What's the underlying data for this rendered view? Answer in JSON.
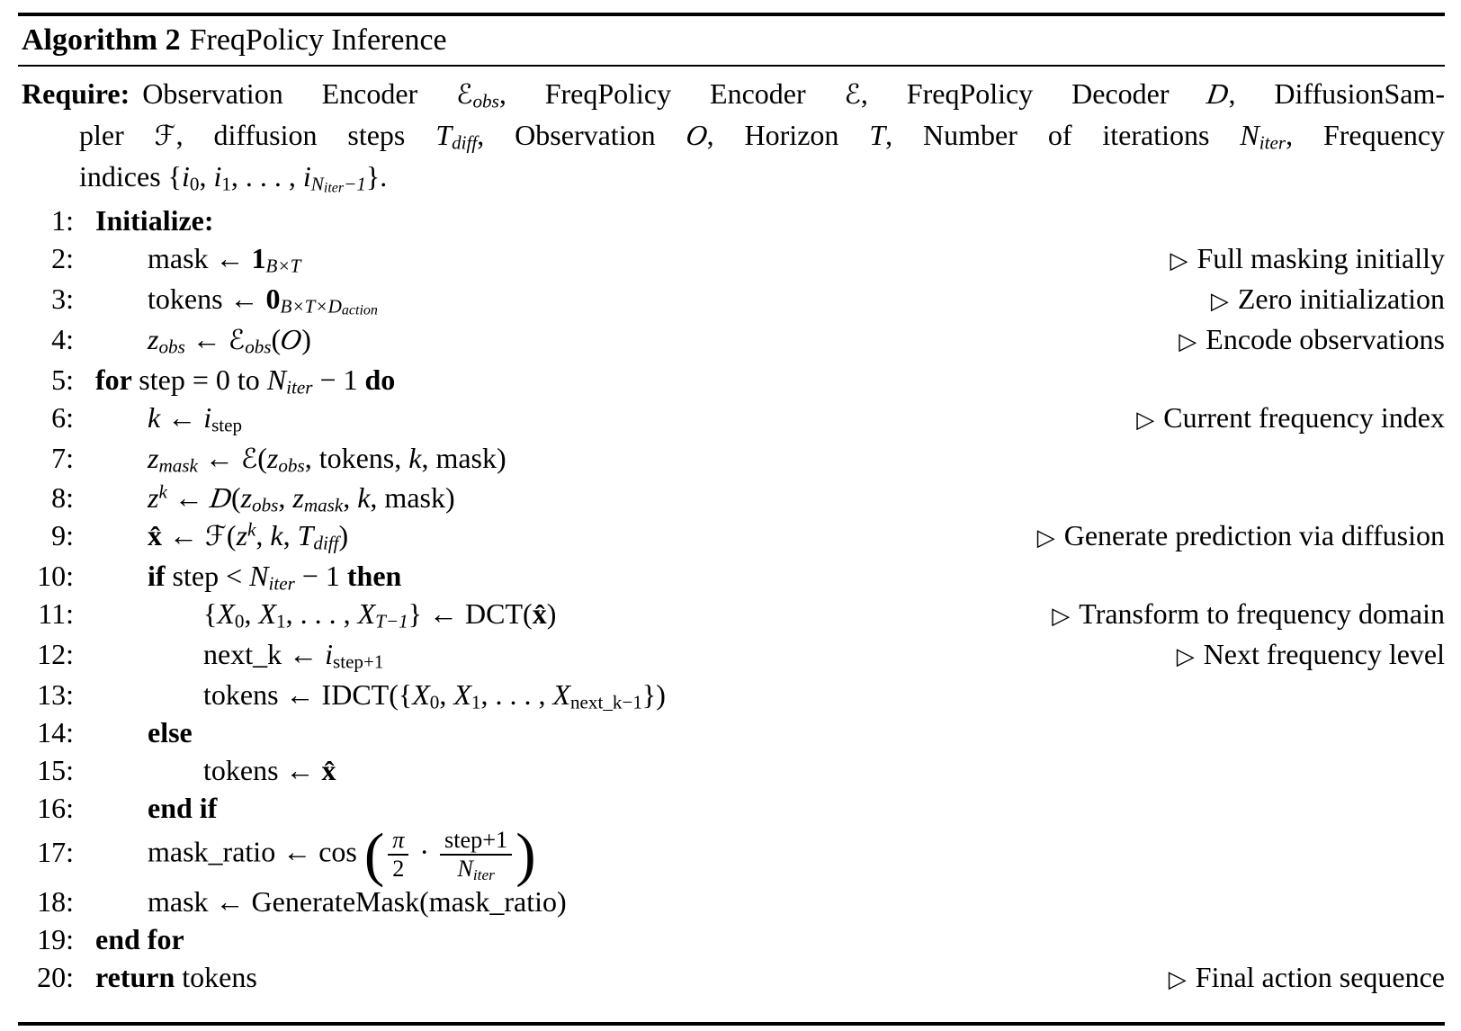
{
  "title": {
    "label": "Algorithm 2",
    "name": "FreqPolicy Inference"
  },
  "comment_marker": "▷",
  "colors": {
    "background": "#ffffff",
    "text": "#000000",
    "rule": "#000000"
  },
  "require": {
    "lines": [
      {
        "justify": true,
        "first": true,
        "segs": [
          [
            "b",
            "Require:"
          ],
          [
            "r",
            "Observation Encoder "
          ],
          [
            "c",
            "ℰ"
          ],
          [
            "si",
            "obs"
          ],
          [
            "r",
            ", FreqPolicy Encoder "
          ],
          [
            "c",
            "ℰ"
          ],
          [
            "r",
            ", FreqPolicy Decoder "
          ],
          [
            "cf",
            "D"
          ],
          [
            "r",
            ", DiffusionSam-"
          ]
        ]
      },
      {
        "justify": true,
        "first": false,
        "segs": [
          [
            "r",
            "pler "
          ],
          [
            "c",
            "ℱ"
          ],
          [
            "r",
            ", diffusion steps "
          ],
          [
            "i",
            "T"
          ],
          [
            "si",
            "diff"
          ],
          [
            "r",
            ", Observation "
          ],
          [
            "cf",
            "O"
          ],
          [
            "r",
            ", Horizon "
          ],
          [
            "i",
            "T"
          ],
          [
            "r",
            ", Number of iterations "
          ],
          [
            "i",
            "N"
          ],
          [
            "si",
            "iter"
          ],
          [
            "r",
            ", Frequency"
          ]
        ]
      },
      {
        "justify": false,
        "first": false,
        "segs": [
          [
            "r",
            "indices {"
          ],
          [
            "i",
            "i"
          ],
          [
            "sb",
            "0"
          ],
          [
            "r",
            ", "
          ],
          [
            "i",
            "i"
          ],
          [
            "sb",
            "1"
          ],
          [
            "r",
            ", . . . , "
          ],
          [
            "i",
            "i"
          ],
          [
            "si",
            "N"
          ],
          [
            "ss",
            "iter"
          ],
          [
            "si",
            "−1"
          ],
          [
            "r",
            "}."
          ]
        ]
      }
    ]
  },
  "lines": [
    {
      "num": "1:",
      "indent": 0,
      "code": [
        [
          "b",
          "Initialize:"
        ]
      ],
      "comment": null
    },
    {
      "num": "2:",
      "indent": 1,
      "code": [
        [
          "r",
          "mask ← "
        ],
        [
          "bm",
          "1"
        ],
        [
          "si",
          "B×T"
        ]
      ],
      "comment": "Full masking initially"
    },
    {
      "num": "3:",
      "indent": 1,
      "code": [
        [
          "r",
          "tokens ← "
        ],
        [
          "bm",
          "0"
        ],
        [
          "si",
          "B×T×D"
        ],
        [
          "ss",
          "action"
        ]
      ],
      "comment": "Zero initialization"
    },
    {
      "num": "4:",
      "indent": 1,
      "code": [
        [
          "i",
          "z"
        ],
        [
          "si",
          "obs"
        ],
        [
          "r",
          " ← "
        ],
        [
          "c",
          "ℰ"
        ],
        [
          "si",
          "obs"
        ],
        [
          "r",
          "("
        ],
        [
          "cf",
          "O"
        ],
        [
          "r",
          ")"
        ]
      ],
      "comment": "Encode observations"
    },
    {
      "num": "5:",
      "indent": 0,
      "code": [
        [
          "b",
          "for "
        ],
        [
          "r",
          "step = 0 to "
        ],
        [
          "i",
          "N"
        ],
        [
          "si",
          "iter"
        ],
        [
          "r",
          " − 1 "
        ],
        [
          "b",
          "do"
        ]
      ],
      "comment": null
    },
    {
      "num": "6:",
      "indent": 1,
      "code": [
        [
          "i",
          "k"
        ],
        [
          "r",
          " ← "
        ],
        [
          "i",
          "i"
        ],
        [
          "sb",
          "step"
        ]
      ],
      "comment": "Current frequency index"
    },
    {
      "num": "7:",
      "indent": 1,
      "code": [
        [
          "i",
          "z"
        ],
        [
          "si",
          "mask"
        ],
        [
          "r",
          " ← "
        ],
        [
          "c",
          "ℰ"
        ],
        [
          "r",
          "("
        ],
        [
          "i",
          "z"
        ],
        [
          "si",
          "obs"
        ],
        [
          "r",
          ", tokens, "
        ],
        [
          "i",
          "k"
        ],
        [
          "r",
          ", mask)"
        ]
      ],
      "comment": null
    },
    {
      "num": "8:",
      "indent": 1,
      "code": [
        [
          "i",
          "z"
        ],
        [
          "sp",
          "k"
        ],
        [
          "r",
          " ← "
        ],
        [
          "cf",
          "D"
        ],
        [
          "r",
          "("
        ],
        [
          "i",
          "z"
        ],
        [
          "si",
          "obs"
        ],
        [
          "r",
          ", "
        ],
        [
          "i",
          "z"
        ],
        [
          "si",
          "mask"
        ],
        [
          "r",
          ", "
        ],
        [
          "i",
          "k"
        ],
        [
          "r",
          ", mask)"
        ]
      ],
      "comment": null
    },
    {
      "num": "9:",
      "indent": 1,
      "code": [
        [
          "bm",
          "x̂"
        ],
        [
          "r",
          " ← "
        ],
        [
          "c",
          "ℱ"
        ],
        [
          "r",
          "("
        ],
        [
          "i",
          "z"
        ],
        [
          "sp",
          "k"
        ],
        [
          "r",
          ", "
        ],
        [
          "i",
          "k"
        ],
        [
          "r",
          ", "
        ],
        [
          "i",
          "T"
        ],
        [
          "si",
          "diff"
        ],
        [
          "r",
          ")"
        ]
      ],
      "comment": "Generate prediction via diffusion"
    },
    {
      "num": "10:",
      "indent": 1,
      "code": [
        [
          "b",
          "if "
        ],
        [
          "r",
          "step < "
        ],
        [
          "i",
          "N"
        ],
        [
          "si",
          "iter"
        ],
        [
          "r",
          " − 1 "
        ],
        [
          "b",
          "then"
        ]
      ],
      "comment": null
    },
    {
      "num": "11:",
      "indent": 2,
      "code": [
        [
          "r",
          "{"
        ],
        [
          "i",
          "X"
        ],
        [
          "sb",
          "0"
        ],
        [
          "r",
          ", "
        ],
        [
          "i",
          "X"
        ],
        [
          "sb",
          "1"
        ],
        [
          "r",
          ", . . . , "
        ],
        [
          "i",
          "X"
        ],
        [
          "si",
          "T−1"
        ],
        [
          "r",
          "} ← DCT("
        ],
        [
          "bm",
          "x̂"
        ],
        [
          "r",
          ")"
        ]
      ],
      "comment": "Transform to frequency domain"
    },
    {
      "num": "12:",
      "indent": 2,
      "code": [
        [
          "r",
          "next_k ← "
        ],
        [
          "i",
          "i"
        ],
        [
          "sb",
          "step+1"
        ]
      ],
      "comment": "Next frequency level"
    },
    {
      "num": "13:",
      "indent": 2,
      "code": [
        [
          "r",
          "tokens ← IDCT({"
        ],
        [
          "i",
          "X"
        ],
        [
          "sb",
          "0"
        ],
        [
          "r",
          ", "
        ],
        [
          "i",
          "X"
        ],
        [
          "sb",
          "1"
        ],
        [
          "r",
          ", . . . , "
        ],
        [
          "i",
          "X"
        ],
        [
          "sb",
          "next_k−1"
        ],
        [
          "r",
          "})"
        ]
      ],
      "comment": null
    },
    {
      "num": "14:",
      "indent": 1,
      "code": [
        [
          "b",
          "else"
        ]
      ],
      "comment": null
    },
    {
      "num": "15:",
      "indent": 2,
      "code": [
        [
          "r",
          "tokens ← "
        ],
        [
          "bm",
          "x̂"
        ]
      ],
      "comment": null
    },
    {
      "num": "16:",
      "indent": 1,
      "code": [
        [
          "b",
          "end if"
        ]
      ],
      "comment": null
    },
    {
      "num": "17:",
      "indent": 1,
      "code": [
        [
          "r",
          "mask_ratio ← cos "
        ],
        [
          "bigp",
          "("
        ],
        {
          "frac": {
            "n": [
              [
                "i",
                "π"
              ]
            ],
            "d": [
              [
                "r",
                "2"
              ]
            ]
          }
        },
        [
          "r",
          " · "
        ],
        {
          "frac": {
            "n": [
              [
                "r",
                "step+1"
              ]
            ],
            "d": [
              [
                "i",
                "N"
              ],
              [
                "si",
                "iter"
              ]
            ]
          }
        },
        [
          "bigp",
          ")"
        ]
      ],
      "comment": null
    },
    {
      "num": "18:",
      "indent": 1,
      "code": [
        [
          "r",
          "mask ← GenerateMask(mask_ratio)"
        ]
      ],
      "comment": null
    },
    {
      "num": "19:",
      "indent": 0,
      "code": [
        [
          "b",
          "end for"
        ]
      ],
      "comment": null
    },
    {
      "num": "20:",
      "indent": 0,
      "code": [
        [
          "b",
          "return "
        ],
        [
          "r",
          "tokens"
        ]
      ],
      "comment": "Final action sequence"
    }
  ]
}
